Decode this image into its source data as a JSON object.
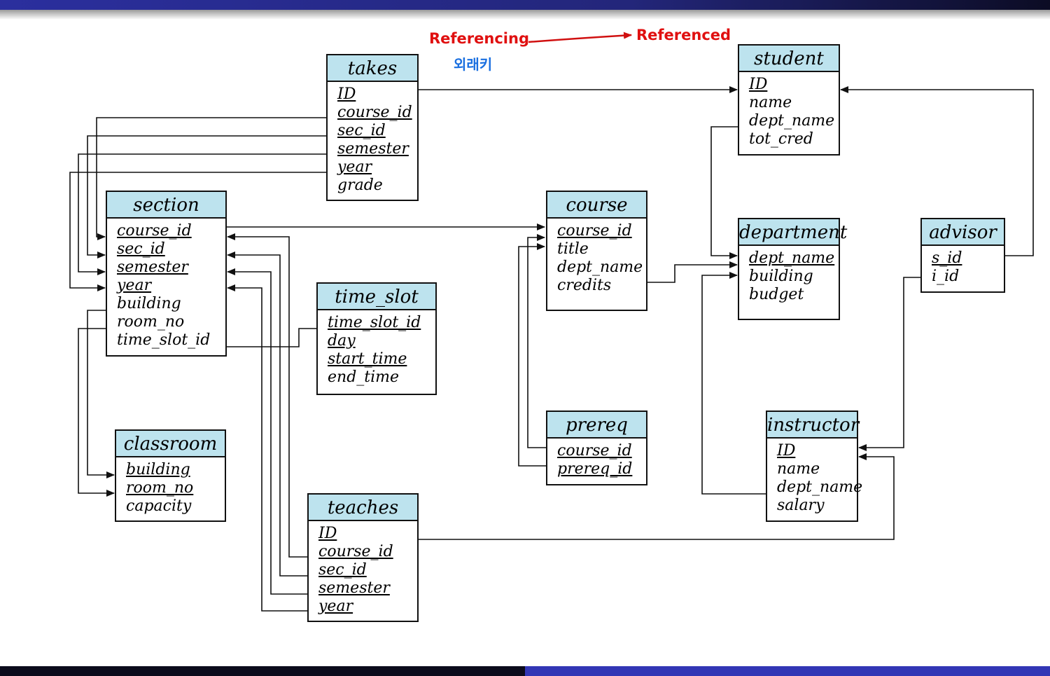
{
  "annotations": {
    "referencing": "Referencing",
    "referenced": "Referenced",
    "foreign_key_korean": "외래키"
  },
  "colors": {
    "table_header": "#bde3ee",
    "annotation_red": "#e01010",
    "annotation_blue": "#1a6fe0",
    "top_bar": "#2b2f9e",
    "bottom_bar_right": "#3236b5"
  },
  "tables": {
    "takes": {
      "title": "takes",
      "fields": [
        {
          "name": "ID",
          "pk": true
        },
        {
          "name": "course_id",
          "pk": true
        },
        {
          "name": "sec_id",
          "pk": true
        },
        {
          "name": "semester",
          "pk": true
        },
        {
          "name": "year",
          "pk": true
        },
        {
          "name": "grade",
          "pk": false
        }
      ]
    },
    "student": {
      "title": "student",
      "fields": [
        {
          "name": "ID",
          "pk": true
        },
        {
          "name": "name",
          "pk": false
        },
        {
          "name": "dept_name",
          "pk": false
        },
        {
          "name": "tot_cred",
          "pk": false
        }
      ]
    },
    "section": {
      "title": "section",
      "fields": [
        {
          "name": "course_id",
          "pk": true
        },
        {
          "name": "sec_id",
          "pk": true
        },
        {
          "name": "semester",
          "pk": true
        },
        {
          "name": "year",
          "pk": true
        },
        {
          "name": "building",
          "pk": false
        },
        {
          "name": "room_no",
          "pk": false
        },
        {
          "name": "time_slot_id",
          "pk": false
        }
      ]
    },
    "course": {
      "title": "course",
      "fields": [
        {
          "name": "course_id",
          "pk": true
        },
        {
          "name": "title",
          "pk": false
        },
        {
          "name": "dept_name",
          "pk": false
        },
        {
          "name": "credits",
          "pk": false
        }
      ]
    },
    "department": {
      "title": "department",
      "fields": [
        {
          "name": "dept_name",
          "pk": true
        },
        {
          "name": "building",
          "pk": false
        },
        {
          "name": "budget",
          "pk": false
        }
      ]
    },
    "advisor": {
      "title": "advisor",
      "fields": [
        {
          "name": "s_id",
          "pk": true
        },
        {
          "name": "i_id",
          "pk": false
        }
      ]
    },
    "time_slot": {
      "title": "time_slot",
      "fields": [
        {
          "name": "time_slot_id",
          "pk": true
        },
        {
          "name": "day",
          "pk": true
        },
        {
          "name": "start_time",
          "pk": true
        },
        {
          "name": "end_time",
          "pk": false
        }
      ]
    },
    "classroom": {
      "title": "classroom",
      "fields": [
        {
          "name": "building",
          "pk": true
        },
        {
          "name": "room_no",
          "pk": true
        },
        {
          "name": "capacity",
          "pk": false
        }
      ]
    },
    "prereq": {
      "title": "prereq",
      "fields": [
        {
          "name": "course_id",
          "pk": true
        },
        {
          "name": "prereq_id",
          "pk": true
        }
      ]
    },
    "instructor": {
      "title": "instructor",
      "fields": [
        {
          "name": "ID",
          "pk": true
        },
        {
          "name": "name",
          "pk": false
        },
        {
          "name": "dept_name",
          "pk": false
        },
        {
          "name": "salary",
          "pk": false
        }
      ]
    },
    "teaches": {
      "title": "teaches",
      "fields": [
        {
          "name": "ID",
          "pk": true
        },
        {
          "name": "course_id",
          "pk": true
        },
        {
          "name": "sec_id",
          "pk": true
        },
        {
          "name": "semester",
          "pk": true
        },
        {
          "name": "year",
          "pk": true
        }
      ]
    }
  }
}
